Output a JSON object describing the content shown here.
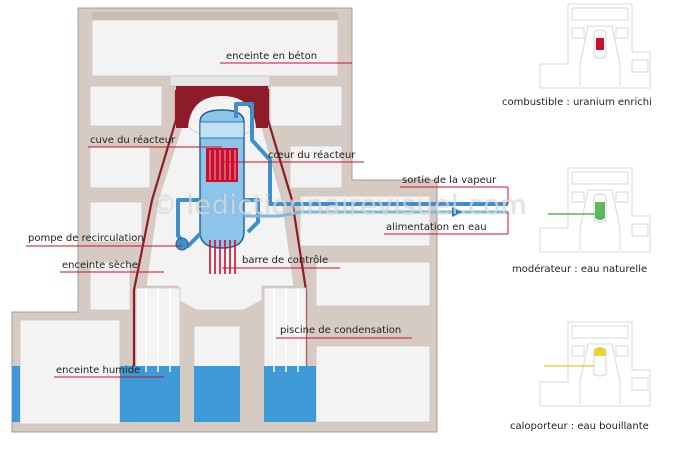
{
  "colors": {
    "concrete": "#d6cbc2",
    "concrete_edge": "#a89c92",
    "room": "#f3f3f3",
    "containment": "#8e1b2a",
    "water": "#3d9ad6",
    "water_dark": "#2a78b8",
    "core": "#c8102e",
    "pipe": "#3f8fcf",
    "feed_pipe": "#7bbad8",
    "leader": "#c8102e"
  },
  "labels": {
    "concrete_enclosure": "enceinte en béton",
    "reactor_vessel": "cuve du réacteur",
    "reactor_core": "cœur du réacteur",
    "steam_outlet": "sortie de la vapeur",
    "feedwater": "alimentation en eau",
    "recirculation_pump": "pompe de recirculation",
    "dry_well": "enceinte sèche",
    "control_rod": "barre de contrôle",
    "suppression_pool": "piscine de condensation",
    "wet_well": "enceinte humide"
  },
  "watermark": "© ledictionnairevisuel.com",
  "thumbnails": [
    {
      "caption": "combustible : uranium enrichi",
      "highlight": "fuel",
      "highlight_color": "#c8102e"
    },
    {
      "caption": "modérateur : eau naturelle",
      "highlight": "moderator",
      "highlight_color": "#5cb85c"
    },
    {
      "caption": "caloporteur : eau bouillante",
      "highlight": "coolant",
      "highlight_color": "#e8d33a"
    }
  ]
}
